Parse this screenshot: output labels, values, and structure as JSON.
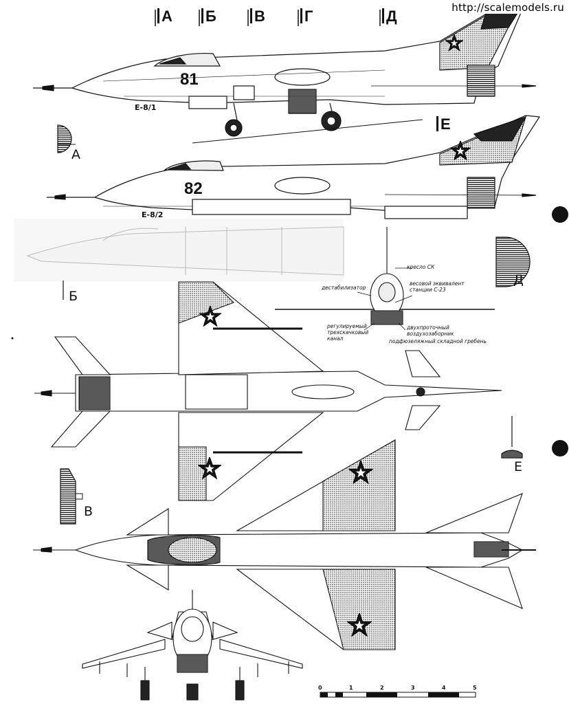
{
  "watermark": "http://scalemodels.ru",
  "section_marks": {
    "a": "А",
    "b": "Б",
    "v": "В",
    "g": "Г",
    "d": "Д",
    "e": "Е"
  },
  "section_labels": {
    "a": "А",
    "b": "Б",
    "v": "В",
    "d": "Д",
    "e": "Е"
  },
  "aircraft": {
    "e81": {
      "designation": "Е-8/1",
      "number": "81"
    },
    "e82": {
      "designation": "Е-8/2",
      "number": "82"
    }
  },
  "callouts": {
    "seat": "кресло СК",
    "destabilizer": "дестабилизатор",
    "counterweight": "весовой эквивалент станции С-23",
    "intake": "регулируемый трехскачковый канал",
    "splitter": "двухпроточный воздухозаборник",
    "ventral_fin": "подфюзеляжный складной гребень"
  },
  "scale_bar": {
    "ticks": [
      "0",
      "1",
      "2",
      "3",
      "4",
      "5"
    ]
  }
}
